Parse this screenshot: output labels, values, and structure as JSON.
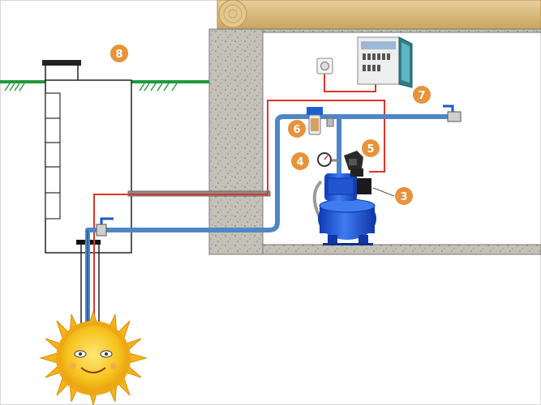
{
  "diagram": {
    "callouts": [
      {
        "id": "well-caisson",
        "label": "8"
      },
      {
        "id": "control-panel",
        "label": "7"
      },
      {
        "id": "filter",
        "label": "6"
      },
      {
        "id": "pressure-switch",
        "label": "5"
      },
      {
        "id": "pressure-gauge",
        "label": "4"
      },
      {
        "id": "pump-station",
        "label": "3"
      }
    ],
    "colors": {
      "callout": "#e8923a",
      "water_pipe": "#4f86c6",
      "cable": "#e0342c",
      "grass": "#1f9a3a",
      "wall": "#b9b6ae",
      "pump": "#1c4fd6",
      "sun": "#f7c623"
    }
  }
}
